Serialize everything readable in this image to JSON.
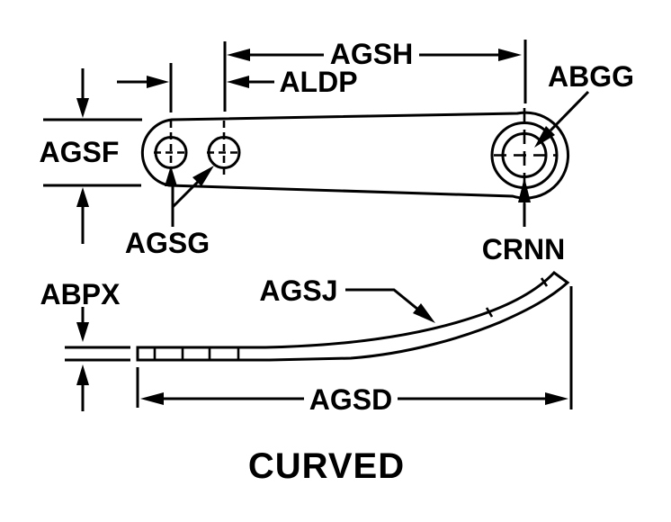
{
  "drawing": {
    "title": "CURVED",
    "background_color": "#ffffff",
    "line_color": "#000000",
    "labels": {
      "agsh": "AGSH",
      "aldp": "ALDP",
      "abgg": "ABGG",
      "agsf": "AGSF",
      "agsg": "AGSG",
      "crnn": "CRNN",
      "abpx": "ABPX",
      "agsj": "AGSJ",
      "agsd": "AGSD"
    }
  }
}
